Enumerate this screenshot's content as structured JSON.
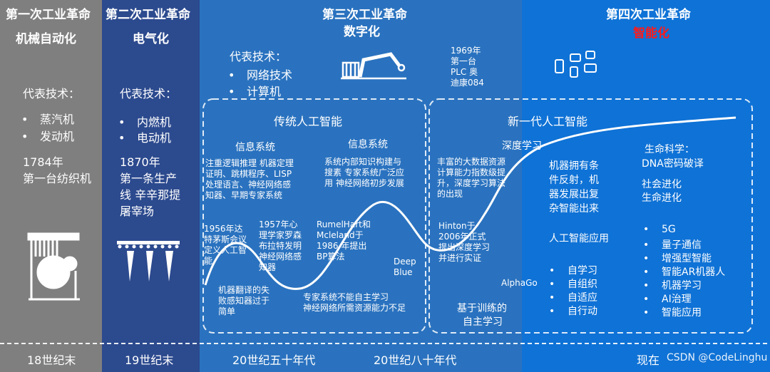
{
  "eras": [
    {
      "title": "第一次工业革命",
      "subtitle": "机械自动化",
      "tech_label": "代表技术：",
      "tech": [
        "蒸汽机",
        "发动机"
      ],
      "event": [
        "1784年",
        "第一台纺织机"
      ],
      "period": "18世纪末"
    },
    {
      "title": "第二次工业革命",
      "subtitle": "电气化",
      "tech_label": "代表技术：",
      "tech": [
        "内燃机",
        "电动机"
      ],
      "event": [
        "1870年",
        "第一条生产",
        "线 辛辛那提",
        "屠宰场"
      ],
      "period": "19世纪末"
    },
    {
      "title": "第三次工业革命",
      "subtitle": "数字化",
      "tech_label": "代表技术：",
      "tech": [
        "网络技术",
        "计算机"
      ],
      "event": [
        "1969年",
        "第一台",
        "PLC 奥",
        "迪康084"
      ],
      "periods": [
        "20世纪五十年代",
        "20世纪八十年代"
      ]
    },
    {
      "title": "第四次工业革命",
      "subtitle": "智能化",
      "period": "现在"
    }
  ],
  "colors": {
    "era1": "#7f7f7f",
    "era2": "#2c4a8e",
    "era3": "#2a72bf",
    "era4": "#0f72d6",
    "highlight": "#ff1a1a"
  },
  "traditional_ai": {
    "title": "传统人工智能",
    "left_heading": "信息系统",
    "left_text": [
      "注重逻辑推理 机器定理",
      "证明、跳棋程序、LISP",
      "处理语言、神经网络感",
      "知器、早期专家系统"
    ],
    "right_heading": "信息系统",
    "right_text": [
      "系统内部知识构建与",
      "搜素 专家系统广泛应",
      "用 神经网络初步发展"
    ],
    "ev1956": [
      "1956年达",
      "特茅斯会议",
      "定义人工智",
      "能"
    ],
    "ev1957": [
      "1957年心",
      "理学家罗森",
      "布拉特发明",
      "神经网络感",
      "知器"
    ],
    "rumel": [
      "RumelHart和",
      "Mcleland于",
      "1986 年提出",
      "BP算法"
    ],
    "deepblue": [
      "Deep",
      "Blue"
    ],
    "mt": [
      "机器翻译的失",
      "败感知器过于",
      "简单"
    ],
    "expert": [
      "专家系统不能自主学习",
      "神经网络所需资源能力不足"
    ]
  },
  "new_ai": {
    "title": "新一代人工智能",
    "dl_heading": "深度学习",
    "bigdata": [
      "丰富的大数据资源",
      "计算能力指数级提",
      "升，深度学习算法",
      "的出现"
    ],
    "hinton": [
      "Hinton于",
      "2006年正式",
      "提出深度学习",
      "并进行实证"
    ],
    "alphago": "AlphaGo",
    "self_learn": [
      "基于训练的",
      "自主学习"
    ],
    "machine": [
      "机器拥有条",
      "件反射，机",
      "器发展出复",
      "杂智能出来"
    ],
    "app_heading": "人工智能应用",
    "apps": [
      "自学习",
      "自组织",
      "自适应",
      "自行动"
    ],
    "life": [
      "生命科学：",
      "DNA密码破译"
    ],
    "social": [
      "社会进化",
      "生命进化"
    ],
    "tech": [
      "5G",
      "量子通信",
      "增强型智能",
      "智能AR机器人",
      "机器学习",
      "AI治理",
      "智能应用"
    ]
  },
  "watermark": "CSDN @CodeLinghu"
}
